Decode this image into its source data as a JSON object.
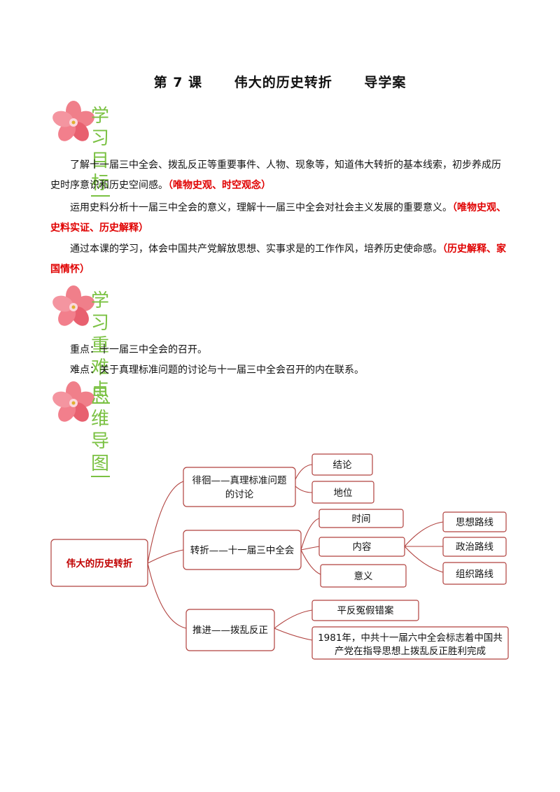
{
  "title": "第 7 课      伟大的历史转折      导学案",
  "sections": {
    "objectives_heading": "学习目标",
    "key_points_heading": "学习重难点",
    "mindmap_heading": "思维导图"
  },
  "objectives": [
    {
      "text": "了解十一届三中全会、拨乱反正等重要事件、人物、现象等，知道伟大转折的基本线索，初步养成历史时序意识和历史空间感。",
      "tag": "（唯物史观、时空观念）"
    },
    {
      "text": "运用史料分析十一届三中全会的意义，理解十一届三中全会对社会主义发展的重要意义。",
      "tag": "（唯物史观、史料实证、历史解释）"
    },
    {
      "text": "通过本课的学习，体会中国共产党解放思想、实事求是的工作作风，培养历史使命感。",
      "tag": "（历史解释、家国情怀）"
    }
  ],
  "key_point": "重点：十一届三中全会的召开。",
  "difficult_point": "难点：关于真理标准问题的讨论与十一届三中全会召开的内在联系。",
  "mindmap": {
    "root": "伟大的历史转折",
    "branch1": {
      "line1": "徘徊——真理标准问题",
      "line2": "的讨论",
      "children": [
        "结论",
        "地位"
      ]
    },
    "branch2": {
      "label": "转折——十一届三中全会",
      "children": [
        "时间",
        "内容",
        "意义"
      ],
      "content_children": [
        "思想路线",
        "政治路线",
        "组织路线"
      ]
    },
    "branch3": {
      "label": "推进——拨乱反正",
      "child1": "平反冤假错案",
      "child2_line1": "1981年，中共十一届六中全会标志着中国共",
      "child2_line2": "产党在指导思想上拨乱反正胜利完成"
    }
  },
  "colors": {
    "heading_green": "#7ac142",
    "tag_red": "#e00000",
    "node_border": "#b0413e",
    "root_text": "#c00000"
  }
}
